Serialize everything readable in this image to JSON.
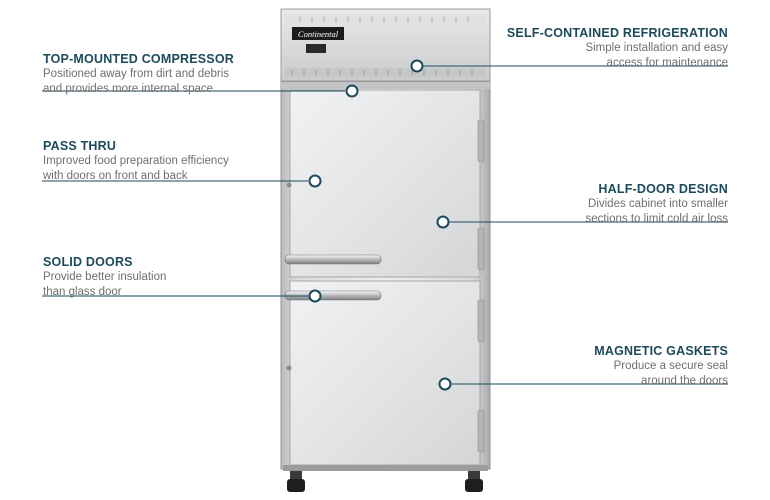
{
  "brand": "Continental",
  "accent_color": "#1d4a5a",
  "callouts": {
    "top_mounted": {
      "title": "TOP-MOUNTED COMPRESSOR",
      "desc": [
        "Positioned away from dirt and debris",
        "and provides more internal space"
      ]
    },
    "pass_thru": {
      "title": "PASS THRU",
      "desc": [
        "Improved food preparation efficiency",
        "with doors on front and back"
      ]
    },
    "solid_doors": {
      "title": "SOLID DOORS",
      "desc": [
        "Provide better insulation",
        "than glass door"
      ]
    },
    "self_contained": {
      "title": "SELF-CONTAINED REFRIGERATION",
      "desc": [
        "Simple installation and easy",
        "access for maintenance"
      ]
    },
    "half_door": {
      "title": "HALF-DOOR DESIGN",
      "desc": [
        "Divides cabinet into smaller",
        "sections to limit cold air loss"
      ]
    },
    "magnetic": {
      "title": "MAGNETIC GASKETS",
      "desc": [
        "Produce a secure seal",
        "around the doors"
      ]
    }
  }
}
